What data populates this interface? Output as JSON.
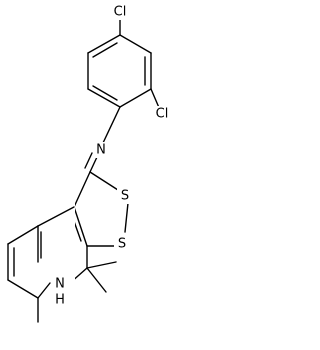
{
  "molecule": {
    "atoms": {
      "cl_top": "Cl",
      "cl_ortho": "Cl",
      "n_imine": "N",
      "s_upper": "S",
      "s_lower": "S",
      "nh_n": "N",
      "nh_h": "H"
    },
    "bond_color": "#000000",
    "background": "#ffffff"
  }
}
